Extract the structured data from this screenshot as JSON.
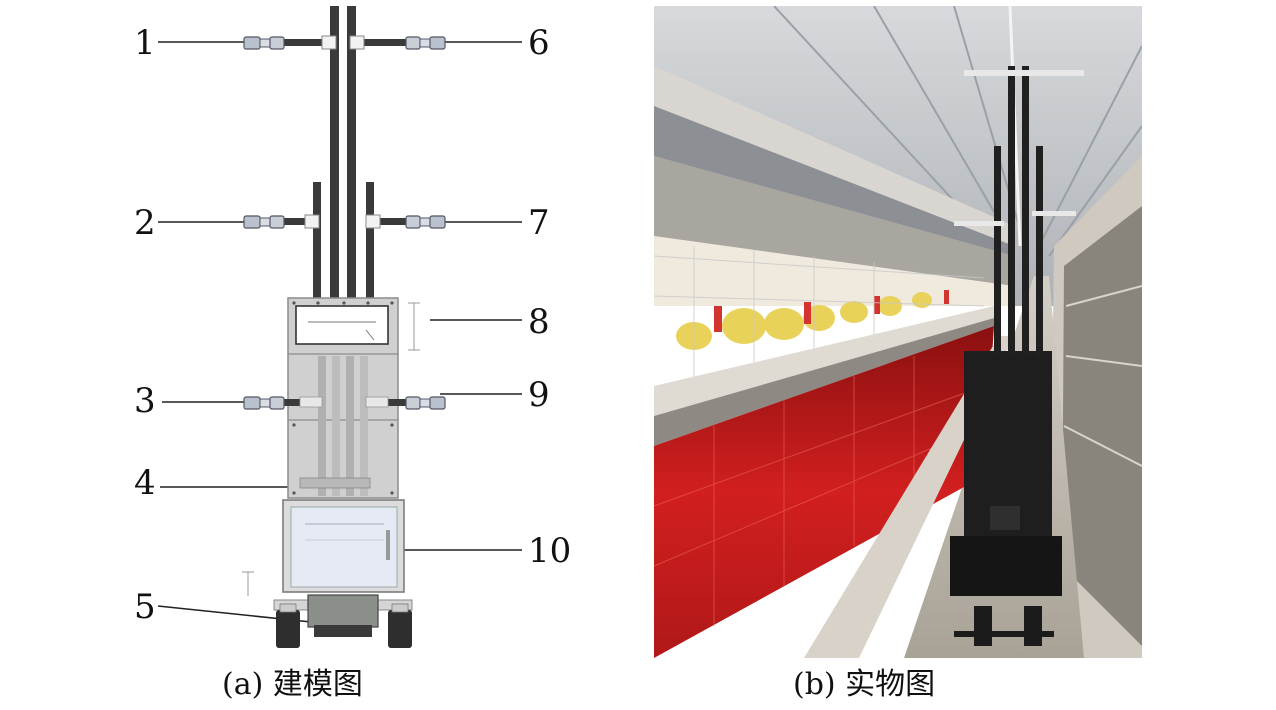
{
  "labels": {
    "l1": "1",
    "l2": "2",
    "l3": "3",
    "l4": "4",
    "l5": "5",
    "l6": "6",
    "l7": "7",
    "l8": "8",
    "l9": "9",
    "l10": "10"
  },
  "captions": {
    "a": "(a) 建模图",
    "b": "(b) 实物图"
  },
  "colors": {
    "rod": "#3a3a3a",
    "body": "#d0d0d0",
    "bodyEdge": "#8c8c8c",
    "camera": "#b9c2cc",
    "cabinet": "#e6eaf4",
    "cabinetEdge": "#7d7d7d",
    "ceiling": "#c9ccd0",
    "redGlow": "#d21f1f",
    "chick": "#e9d25a",
    "feeder": "#d4342f",
    "floor": "#b8b2a8"
  }
}
